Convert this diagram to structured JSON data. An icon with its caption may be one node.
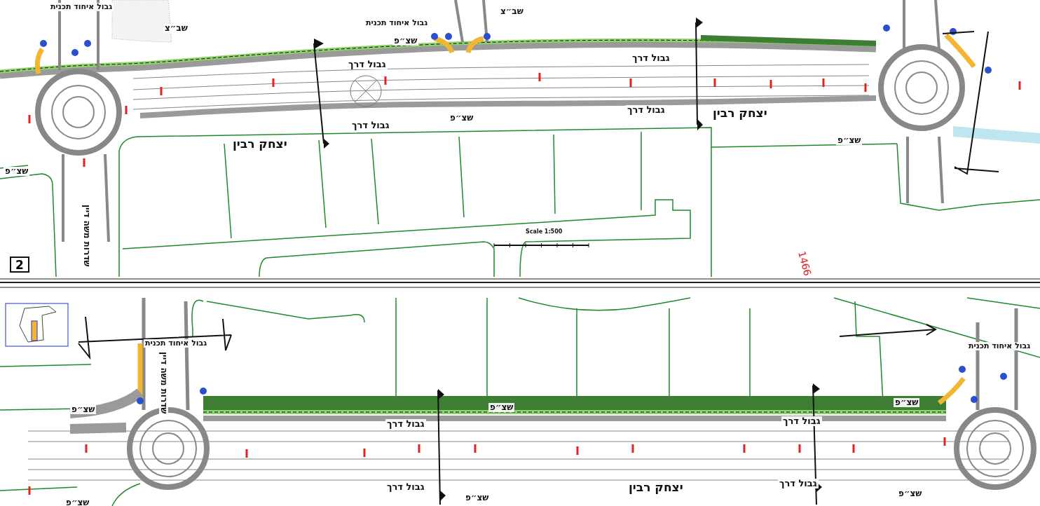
{
  "diagram": {
    "nodes": [
      {
        "text": [
          "2"
        ]
      }
    ],
    "labels": [
      "גבול איחוד תכנית",
      "שב״צ",
      "גבול איחוד תכנית",
      "שב״צ",
      "שצ״פ",
      "גבול דרך",
      "גבול דרך",
      "יצחק רבין",
      "גבול דרך",
      "שצ״פ",
      "גבול דרך",
      "יצחק רבין",
      "שצ״פ",
      "שצ״פ",
      "שדרות משה דיין",
      "Scale 1:500",
      "1466",
      "גבול איחוד תכנית",
      "שדרות משה דיין",
      "שצ״פ",
      "גבול דרך",
      "שצ״פ",
      "גבול דרך",
      "שצ״פ",
      "יצחק רבין",
      "גבול דרך",
      "שצ״פ",
      "גבול דרך",
      "שצ״פ",
      "גבול איחוד תכנית",
      "שצ״פ"
    ]
  }
}
